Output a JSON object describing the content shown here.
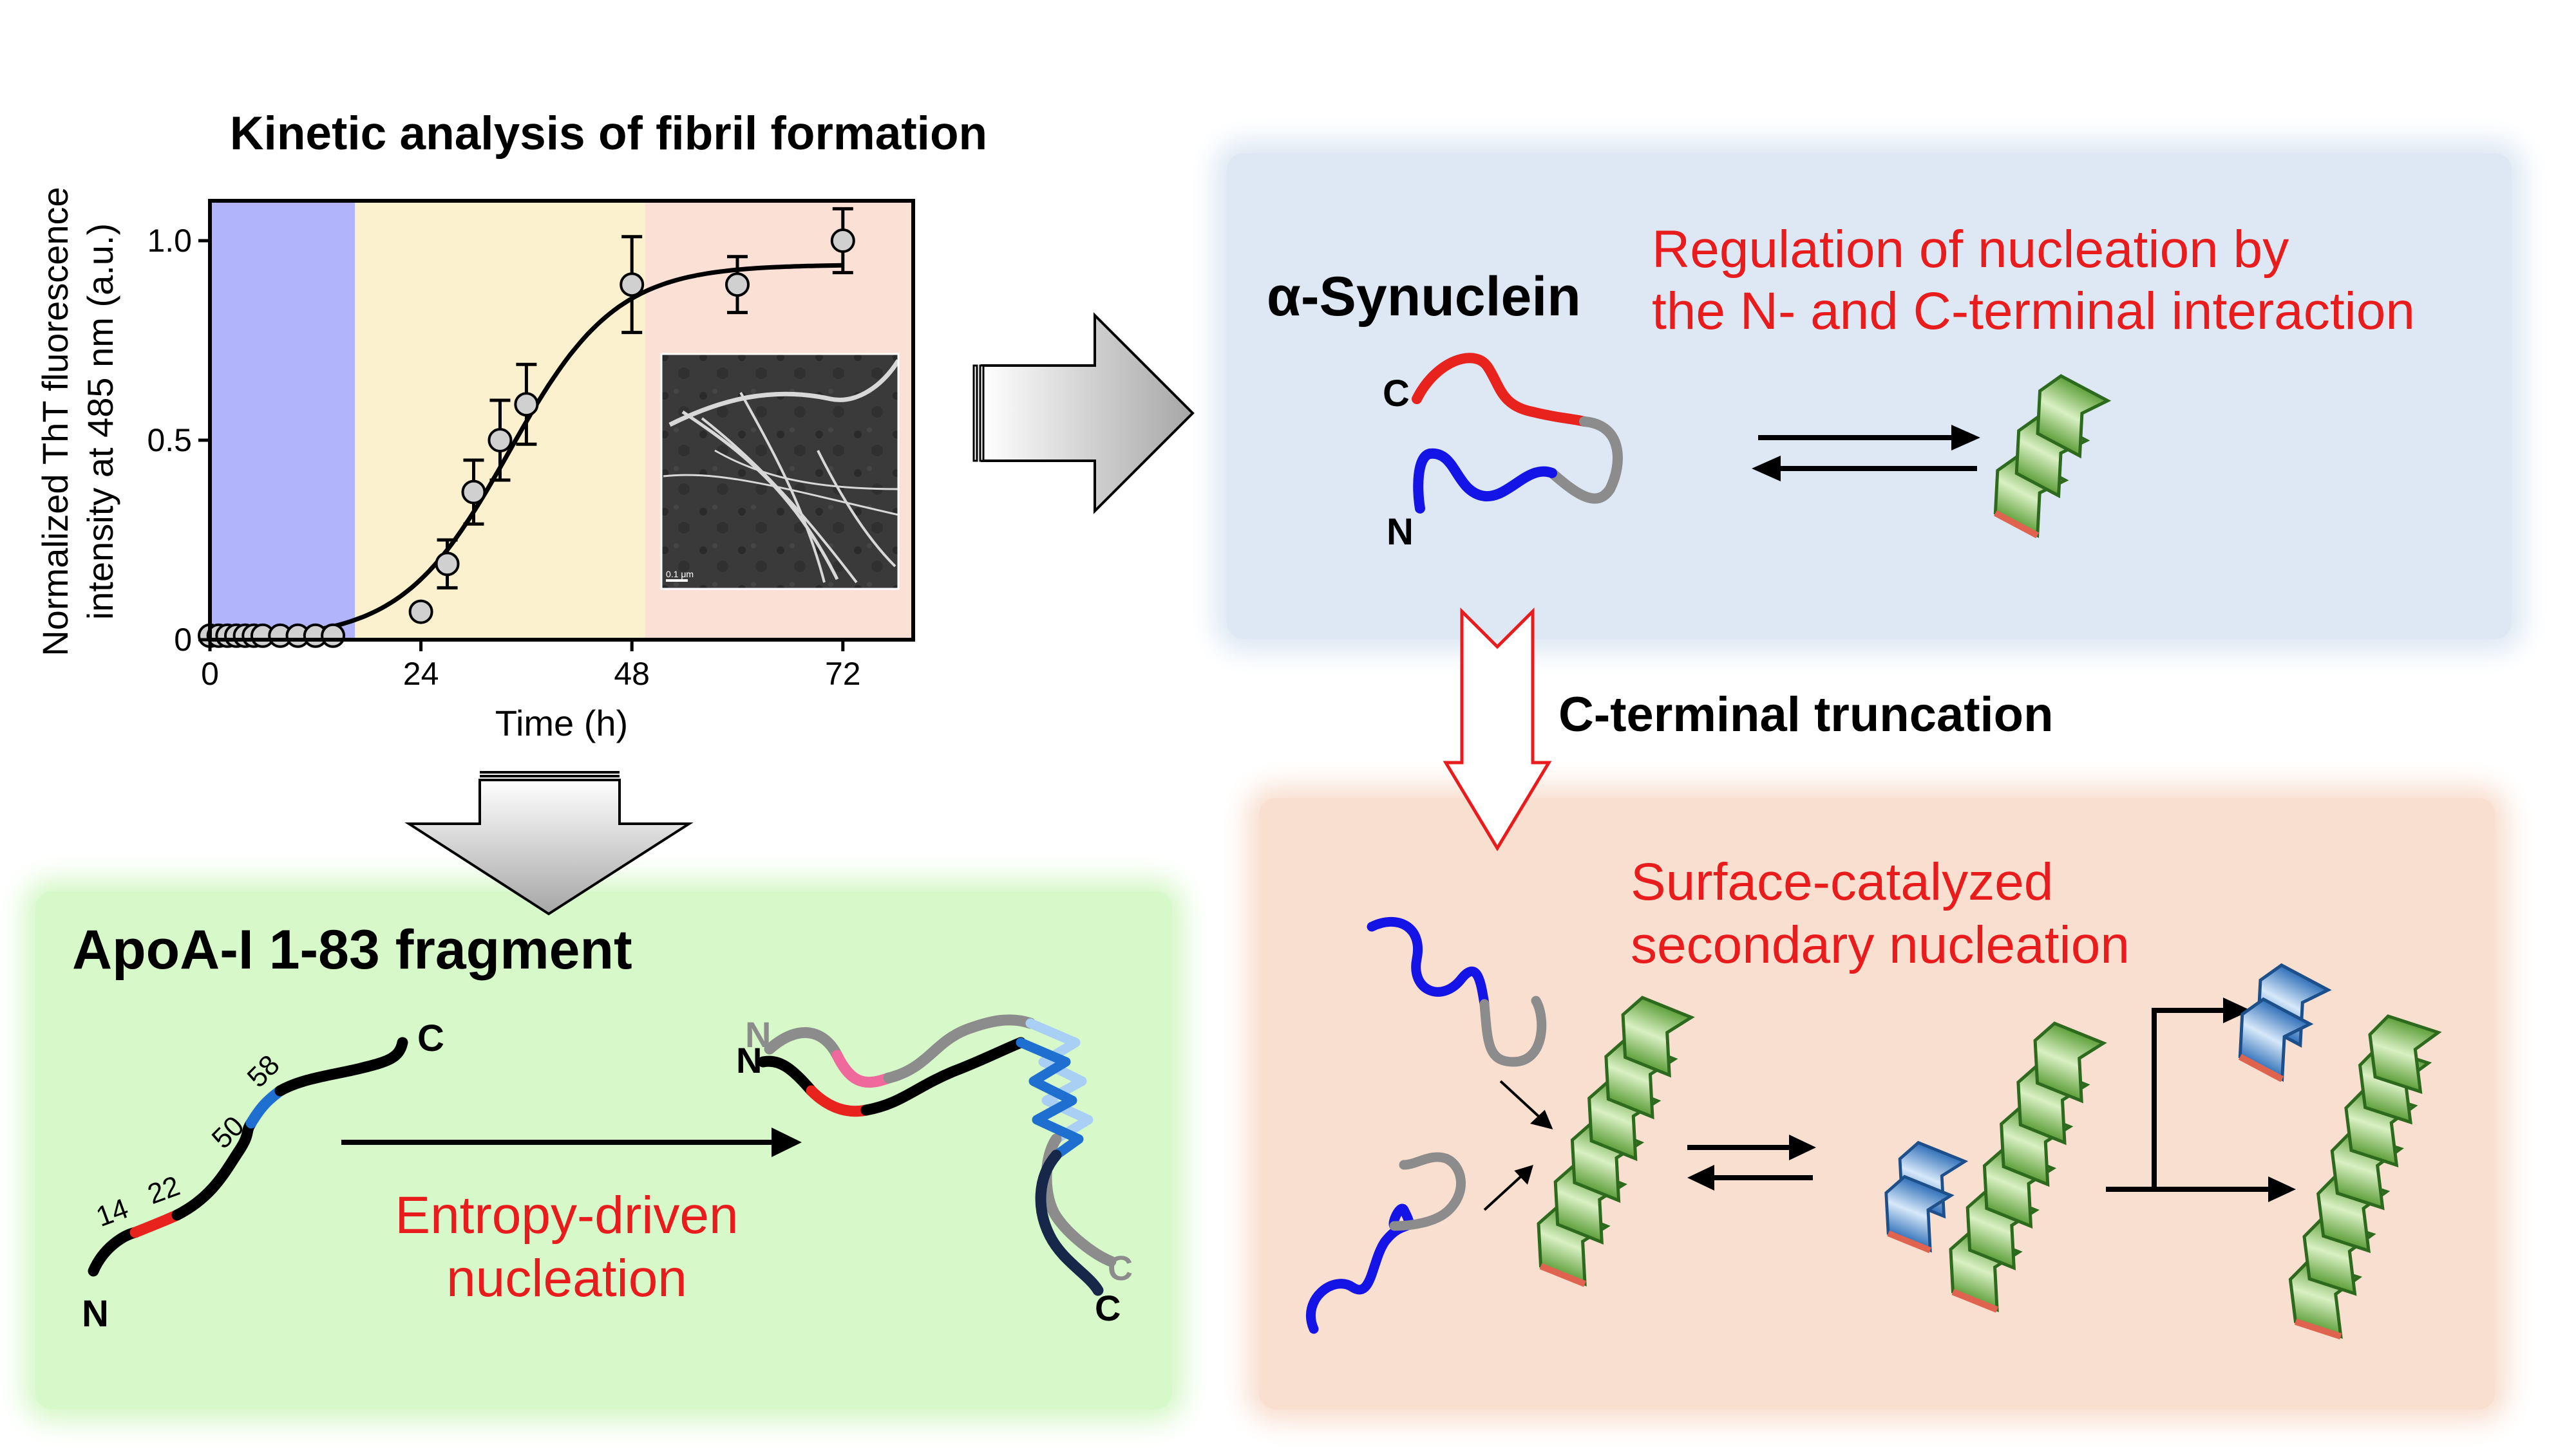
{
  "chart_data": {
    "type": "scatter",
    "title": "Kinetic analysis of fibril formation",
    "xlabel": "Time (h)",
    "ylabel_line1": "Normalized ThT fluorescence",
    "ylabel_line2": "intensity at 485 nm (a.u.)",
    "xlim": [
      0,
      80
    ],
    "ylim": [
      0,
      1.1
    ],
    "x_ticks": [
      "0",
      "24",
      "48",
      "72"
    ],
    "x_tick_values": [
      0,
      24,
      48,
      72
    ],
    "y_ticks": [
      "0",
      "0.5",
      "1.0"
    ],
    "y_tick_values": [
      0,
      0.5,
      1.0
    ],
    "phases": [
      {
        "from": 0,
        "to": 16.5,
        "color": "#b2b4fb"
      },
      {
        "from": 16.5,
        "to": 49.5,
        "color": "#fcf1cf"
      },
      {
        "from": 49.5,
        "to": 80,
        "color": "#fbe1d5"
      }
    ],
    "points": [
      {
        "x": 0,
        "y": 0.01,
        "err": 0
      },
      {
        "x": 1,
        "y": 0.01,
        "err": 0
      },
      {
        "x": 2,
        "y": 0.01,
        "err": 0
      },
      {
        "x": 3,
        "y": 0.01,
        "err": 0
      },
      {
        "x": 4,
        "y": 0.01,
        "err": 0
      },
      {
        "x": 5,
        "y": 0.01,
        "err": 0
      },
      {
        "x": 6,
        "y": 0.01,
        "err": 0
      },
      {
        "x": 8,
        "y": 0.01,
        "err": 0
      },
      {
        "x": 10,
        "y": 0.01,
        "err": 0
      },
      {
        "x": 12,
        "y": 0.01,
        "err": 0
      },
      {
        "x": 14,
        "y": 0.01,
        "err": 0
      },
      {
        "x": 24,
        "y": 0.07,
        "err": 0
      },
      {
        "x": 27,
        "y": 0.19,
        "err": 0.06
      },
      {
        "x": 30,
        "y": 0.37,
        "err": 0.08
      },
      {
        "x": 33,
        "y": 0.5,
        "err": 0.1
      },
      {
        "x": 36,
        "y": 0.59,
        "err": 0.1
      },
      {
        "x": 48,
        "y": 0.89,
        "err": 0.12
      },
      {
        "x": 60,
        "y": 0.89,
        "err": 0.07
      },
      {
        "x": 72,
        "y": 1.0,
        "err": 0.08
      }
    ],
    "fit": {
      "ymax": 0.94,
      "x_half": 34,
      "k": 0.165
    }
  },
  "labels": {
    "synuclein": "α-Synuclein",
    "regulation_line1": "Regulation of nucleation by",
    "regulation_line2": "the N- and C-terminal interaction",
    "truncation": "C-terminal truncation",
    "surface_line1": "Surface-catalyzed",
    "surface_line2": "secondary nucleation",
    "apoa": "ApoA-I 1-83 fragment",
    "entropy_line1": "Entropy-driven",
    "entropy_line2": "nucleation",
    "term_n": "N",
    "term_c": "C",
    "res_14": "14",
    "res_22": "22",
    "res_50": "50",
    "res_58": "58",
    "scale_bar": "0.1 μm"
  },
  "colors": {
    "red_text": "#e81c1c",
    "fibril_green": "#7fbf5a",
    "oligomer_blue": "#5b98d6",
    "segment_red": "#e8231d",
    "segment_blue": "#1f6fd1",
    "chain_blue": "#1414e6",
    "chain_gray": "#8c8c8c"
  }
}
